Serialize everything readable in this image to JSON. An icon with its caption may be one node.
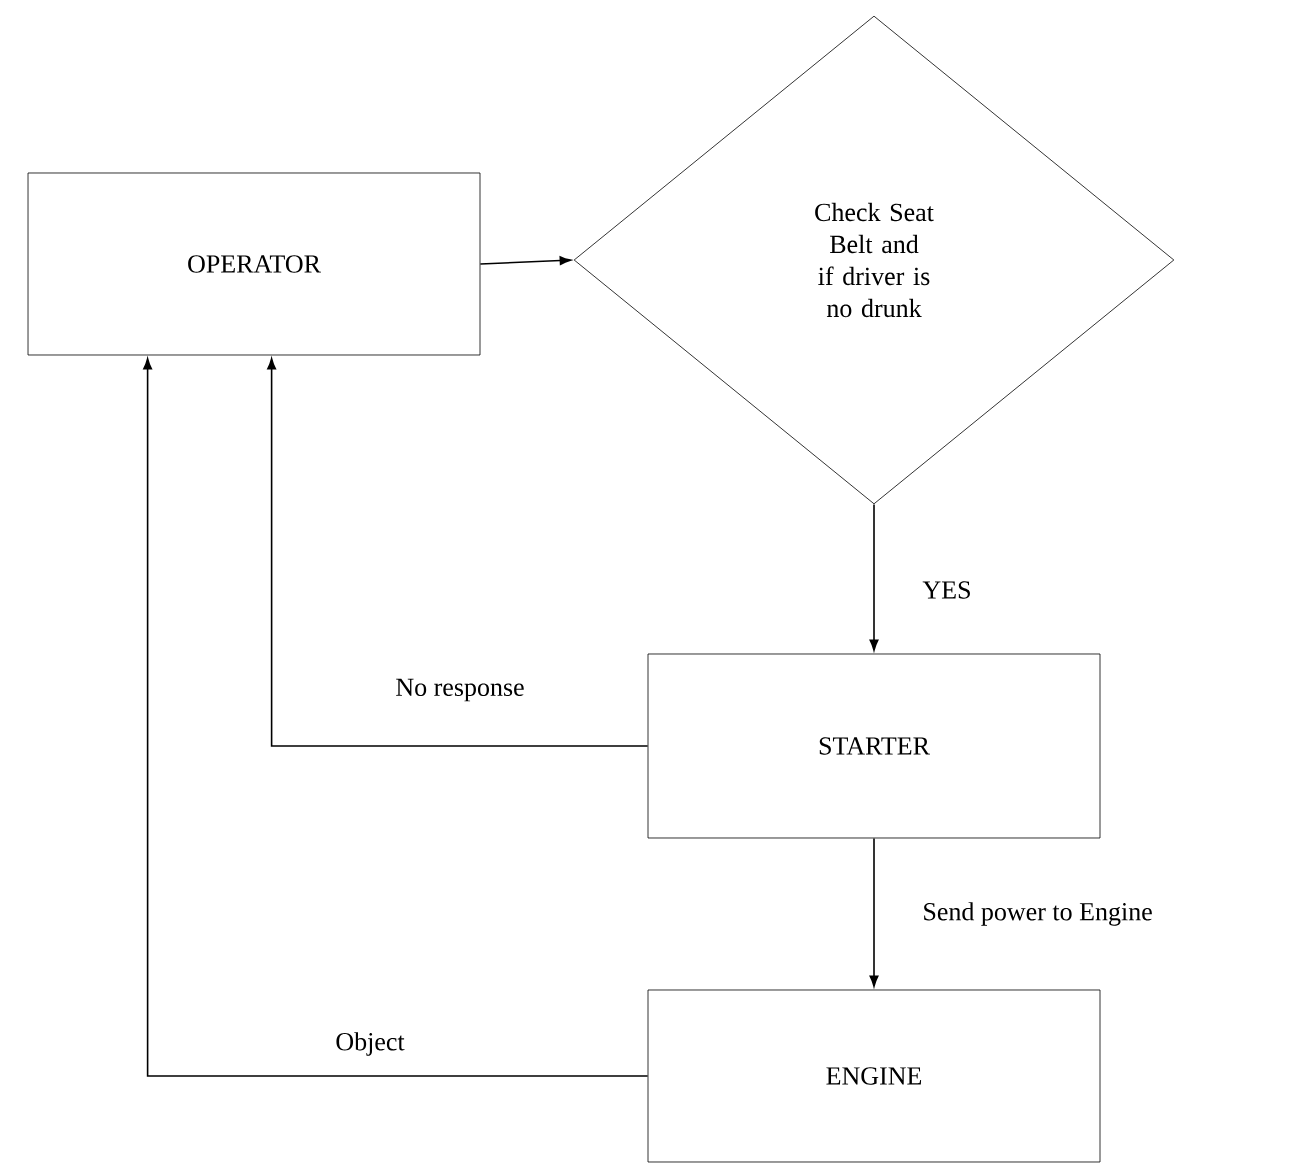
{
  "diagram": {
    "nodes": [
      {
        "text": [
          "OPERATOR"
        ]
      },
      {
        "text": [
          "Check Seat Belt and if driver is no drunk"
        ]
      },
      {
        "text": [
          "STARTER"
        ]
      },
      {
        "text": [
          "ENGINE"
        ]
      }
    ],
    "edges": [
      {
        "from": 0,
        "to": 1,
        "arrow": "to"
      },
      {
        "from": 1,
        "to": 2,
        "arrow": "to",
        "label": "YES"
      },
      {
        "from": 2,
        "to": 0,
        "arrow": "to",
        "label": "No response"
      },
      {
        "from": 2,
        "to": 3,
        "arrow": "to",
        "label": "Send power to Engine"
      },
      {
        "from": 3,
        "to": 0,
        "arrow": "to",
        "label": "Object"
      }
    ]
  }
}
